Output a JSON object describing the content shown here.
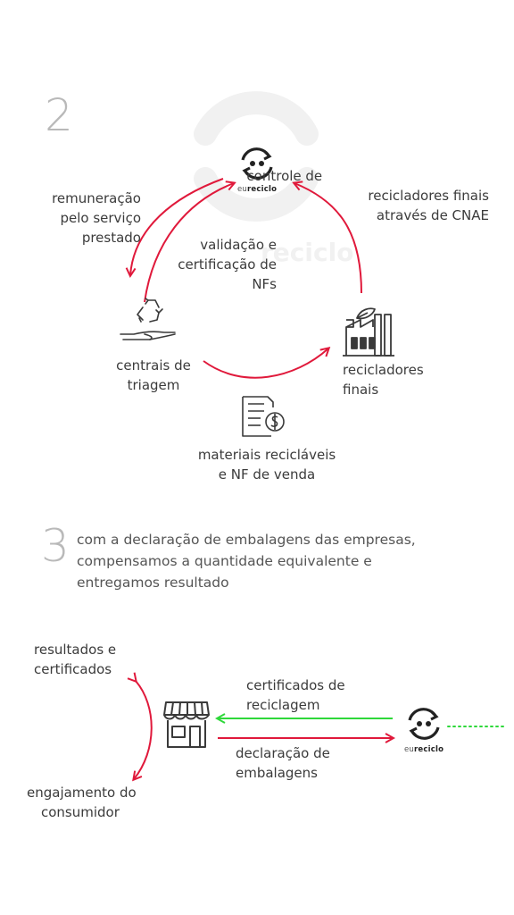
{
  "colors": {
    "arrow_red": "#e0193b",
    "arrow_green": "#2ed83a",
    "icon_dark": "#3a3a3a",
    "step_number": "#b9b9b9",
    "watermark": "#f1f1f1"
  },
  "section2": {
    "number": "2",
    "logo": {
      "eu": "eu",
      "reciclo": "reciclo",
      "icon": "eureciclo-logo-icon"
    },
    "watermark": {
      "text": "reciclo"
    },
    "nodes": {
      "centrais": {
        "icon": "hand-recycle-icon",
        "lines": [
          "centrais de",
          "triagem"
        ]
      },
      "recicladores": {
        "icon": "factory-icon",
        "lines": [
          "recicladores",
          "finais"
        ]
      },
      "materiais": {
        "icon": "invoice-dollar-icon",
        "lines": [
          "materiais recicláveis",
          "e NF de venda"
        ]
      }
    },
    "labels": {
      "remuneracao": [
        "remuneração",
        "pelo serviço",
        "prestado"
      ],
      "validacao": [
        "validação e",
        "certificação de",
        "NFs"
      ],
      "controle": [
        "controle de",
        "recicladores finais",
        "através de CNAE"
      ]
    }
  },
  "section3": {
    "number": "3",
    "intro": [
      "com a declaração de embalagens das empresas,",
      "compensamos a quantidade equivalente e",
      "entregamos resultado"
    ],
    "resultados": [
      "resultados e",
      "certificados"
    ],
    "engajamento": [
      "engajamento do",
      "consumidor"
    ],
    "certificados_reciclagem": [
      "certificados de",
      "reciclagem"
    ],
    "declaracao": [
      "declaração de",
      "embalagens"
    ],
    "store_icon": "store-icon",
    "logo": {
      "eu": "eu",
      "reciclo": "reciclo",
      "icon": "eureciclo-logo-icon"
    }
  }
}
